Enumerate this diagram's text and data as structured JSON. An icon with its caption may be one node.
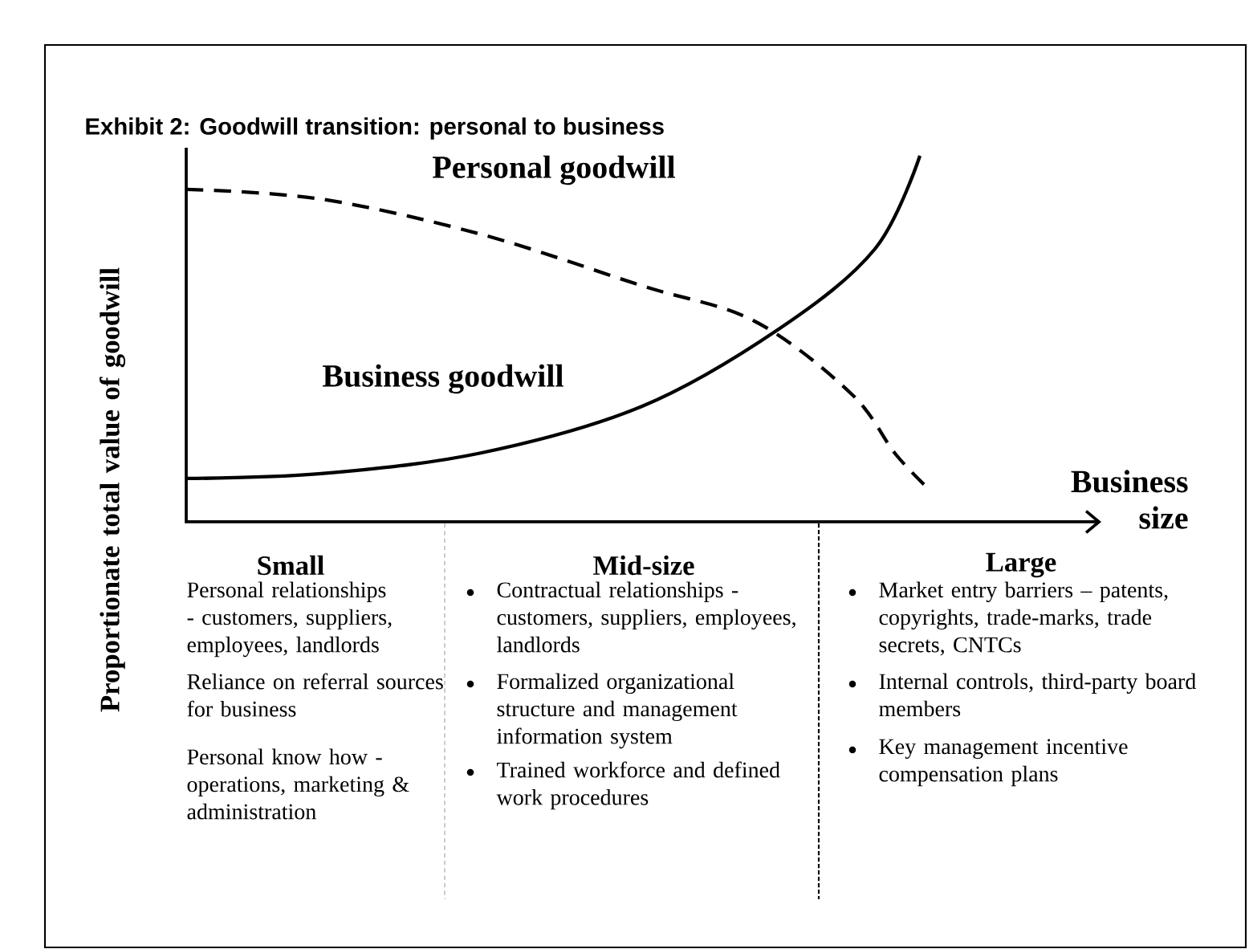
{
  "diagram": {
    "title": "Exhibit 2: Goodwill transition: personal to business",
    "labels": [
      "Personal goodwill",
      "Business goodwill",
      "Proportionate total value of goodwill",
      "Business size",
      "Small",
      "Mid-size",
      "Large",
      "Personal relationships - customers, suppliers, employees, landlords",
      "Reliance on referral sources for business",
      "Personal know how - operations, marketing & administration",
      "Contractual relationships - customers, suppliers, employees, landlords",
      "Formalized organizational structure and management information system",
      "Trained workforce and defined work procedures",
      "Market entry barriers – patents, copyrights, trade-marks, trade secrets, CNTCs",
      "Internal controls, third-party board members",
      "Key management incentive compensation plans"
    ]
  }
}
